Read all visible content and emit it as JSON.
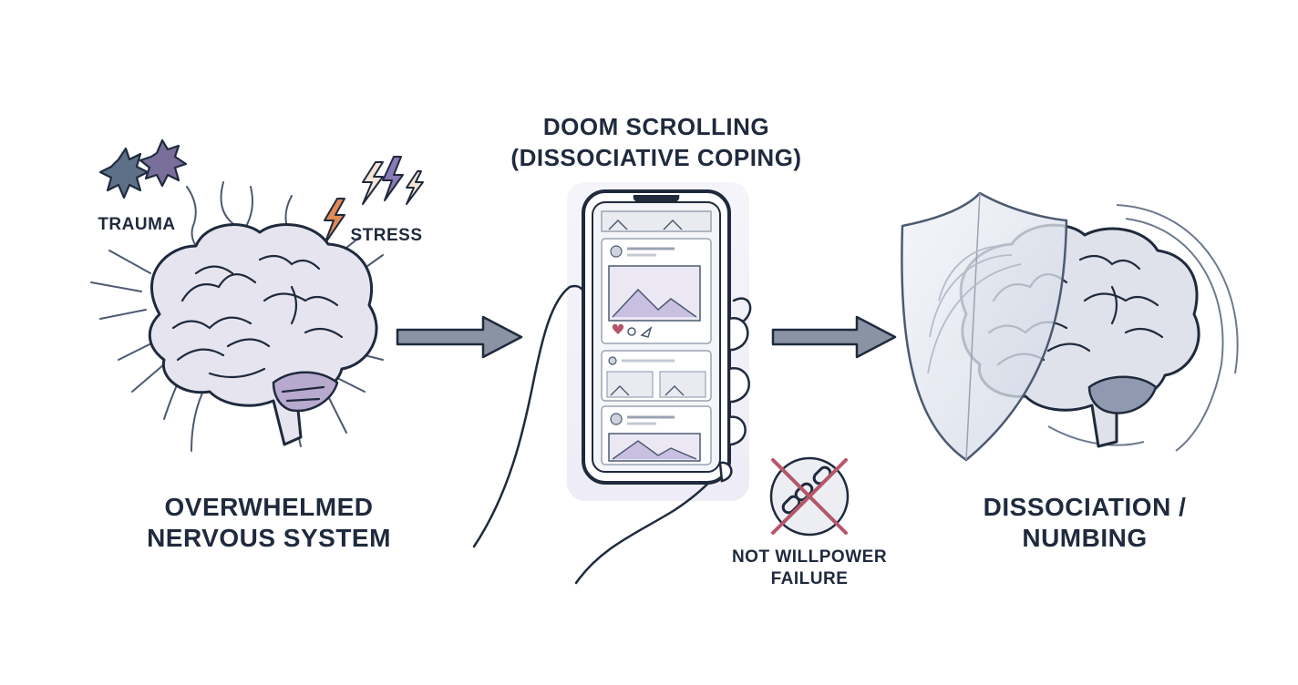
{
  "left": {
    "trauma_label": "TRAUMA",
    "stress_label": "STRESS",
    "caption_line1": "OVERWHELMED",
    "caption_line2": "NERVOUS SYSTEM",
    "icons": [
      "trauma-starburst-icon",
      "stress-lightning-icon",
      "brain-icon"
    ]
  },
  "middle": {
    "title_line1": "DOOM SCROLLING",
    "title_line2": "(DISSOCIATIVE COPING)",
    "icons": [
      "smartphone-icon",
      "hand-icon",
      "feed-image-icon",
      "heart-icon",
      "comment-icon",
      "share-icon"
    ]
  },
  "right": {
    "caption_line1": "DISSOCIATION /",
    "caption_line2": "NUMBING",
    "icons": [
      "shield-icon",
      "brain-icon"
    ]
  },
  "note": {
    "line1": "NOT WILLPOWER",
    "line2": "FAILURE",
    "icons": [
      "broken-chain-icon",
      "cross-icon"
    ]
  },
  "colors": {
    "ink": "#1f2a3d",
    "arrow": "#7a8596",
    "brain_fill": "#e4e4ee",
    "shield_fill": "#dfe4ee",
    "accent_red": "#b5566a",
    "accent_purple": "#7a6fa3",
    "accent_orange": "#e08a58"
  }
}
